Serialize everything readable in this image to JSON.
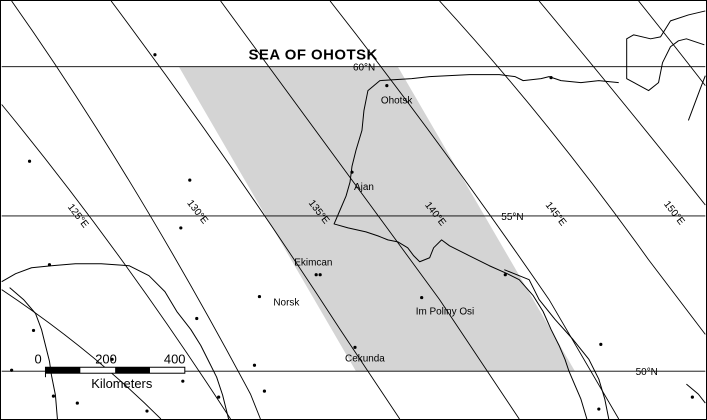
{
  "map": {
    "title": "SEA OF OHOTSK",
    "study_area_fill": "#d4d4d4",
    "latitude_labels": [
      "60°N",
      "55°N",
      "50°N"
    ],
    "longitude_labels": [
      "125°E",
      "130°E",
      "135°E",
      "140°E",
      "145°E",
      "150°E"
    ],
    "places": [
      "Ohotsk",
      "Ajan",
      "Ekimcan",
      "Norsk",
      "Im Poliny Osi",
      "Cekunda"
    ],
    "scale_bar": {
      "ticks": [
        "0",
        "200",
        "400"
      ],
      "unit": "Kilometers"
    }
  }
}
